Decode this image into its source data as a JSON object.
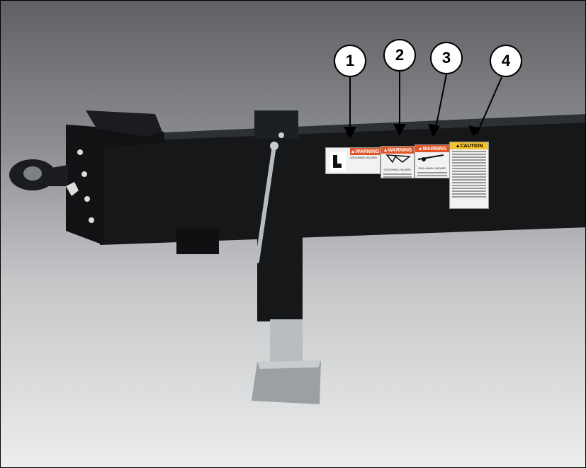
{
  "callouts": [
    {
      "label": "1"
    },
    {
      "label": "2"
    },
    {
      "label": "3"
    },
    {
      "label": "4"
    }
  ],
  "decals": [
    {
      "header": "WARNING",
      "subtitle": "CRUSHING HAZARD",
      "kind": "warning"
    },
    {
      "header": "WARNING",
      "subtitle": "CRUSHING HAZARD",
      "kind": "warning"
    },
    {
      "header": "WARNING",
      "subtitle": "RUN-AWAY HAZARD",
      "kind": "warning"
    },
    {
      "header": "CAUTION",
      "subtitle": "",
      "kind": "caution"
    }
  ],
  "colors": {
    "frame_steel": "#151719",
    "warning_header": "#e2562a",
    "caution_header": "#f2c230",
    "jack_zinc": "#b9bdc0"
  }
}
